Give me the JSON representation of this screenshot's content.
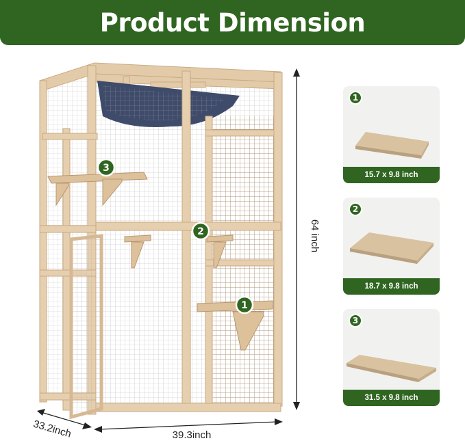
{
  "header": {
    "title": "Product Dimension"
  },
  "figure": {
    "height_label": "64 inch",
    "width_label": "39.3inch",
    "depth_label": "33.2inch",
    "markers": [
      "1",
      "2",
      "3"
    ]
  },
  "shelves": [
    {
      "number": "1",
      "size": "15.7 x 9.8 inch"
    },
    {
      "number": "2",
      "size": "18.7 x 9.8 inch"
    },
    {
      "number": "3",
      "size": "31.5 x 9.8 inch"
    }
  ],
  "colors": {
    "brand_green": "#2f6520",
    "wood": "#e2c9a6",
    "mesh": "#9a9a9a"
  }
}
